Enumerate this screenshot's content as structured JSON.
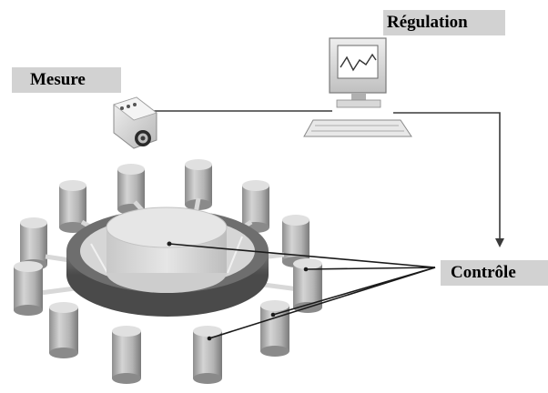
{
  "labels": {
    "mesure": "Mesure",
    "regulation": "Régulation",
    "controle": "Contrôle"
  },
  "colors": {
    "label_background": "#d2d2d2",
    "connector_line": "#3a3a3a",
    "cylinder_body": "#b9b9b9",
    "ring_outer": "#5e5e5e",
    "platform_top": "#e4e4e4"
  },
  "icons": {
    "camera": "camera-icon",
    "computer": "computer-icon",
    "actuator": "cylinder-actuator-icon",
    "platform": "ring-platform-icon"
  }
}
